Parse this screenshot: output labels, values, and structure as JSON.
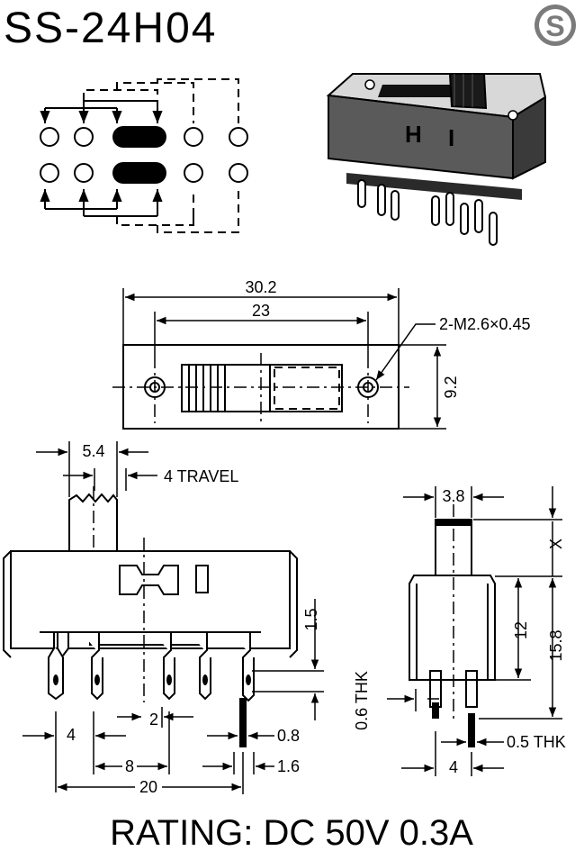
{
  "title": "SS-24H04",
  "brand_mark": "S",
  "rating": "RATING: DC 50V 0.3A",
  "top_view": {
    "width": "30.2",
    "hole_pitch": "23",
    "height": "9.2",
    "hole_callout": "2-M2.6×0.45"
  },
  "side_view": {
    "knob_width": "5.4",
    "travel": "4 TRAVEL",
    "pin_height": "1.5",
    "pitch_4": "4",
    "pitch_2": "2",
    "pitch_8": "8",
    "span_20": "20",
    "pin_w_08": "0.8",
    "pin_w_16": "1.6"
  },
  "end_view": {
    "knob_w": "3.8",
    "x_label": "X",
    "h12": "12",
    "h158": "15.8",
    "thk06": "0.6 THK",
    "thk05": "0.5 THK",
    "pitch4": "4"
  },
  "actuator_marks": {
    "left": "H",
    "right": "I"
  },
  "icons": {
    "brand": "s-logo-icon",
    "switch_photo": "switch-3d-icon"
  }
}
